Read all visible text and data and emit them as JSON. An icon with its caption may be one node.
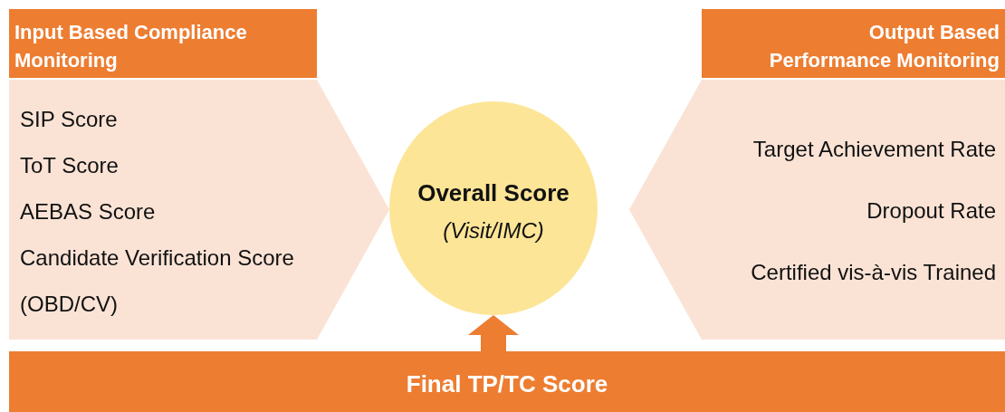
{
  "diagram": {
    "nodes": [
      {
        "text": [
          "Input Based Compliance Monitoring"
        ]
      },
      {
        "text": [
          "SIP Score",
          "ToT Score",
          "AEBAS Score",
          "Candidate Verification Score",
          "(OBD/CV)"
        ]
      },
      {
        "text": [
          "Overall Score",
          "(Visit/IMC)"
        ]
      },
      {
        "text": [
          "Output Based Performance Monitoring"
        ]
      },
      {
        "text": [
          "Target Achievement Rate",
          "Dropout Rate",
          "Certified vis-à-vis Trained"
        ]
      },
      {
        "text": [
          "Final TP/TC Score"
        ]
      }
    ],
    "edges": [
      {
        "from": 5,
        "to": 2,
        "arrow": "to"
      }
    ]
  }
}
